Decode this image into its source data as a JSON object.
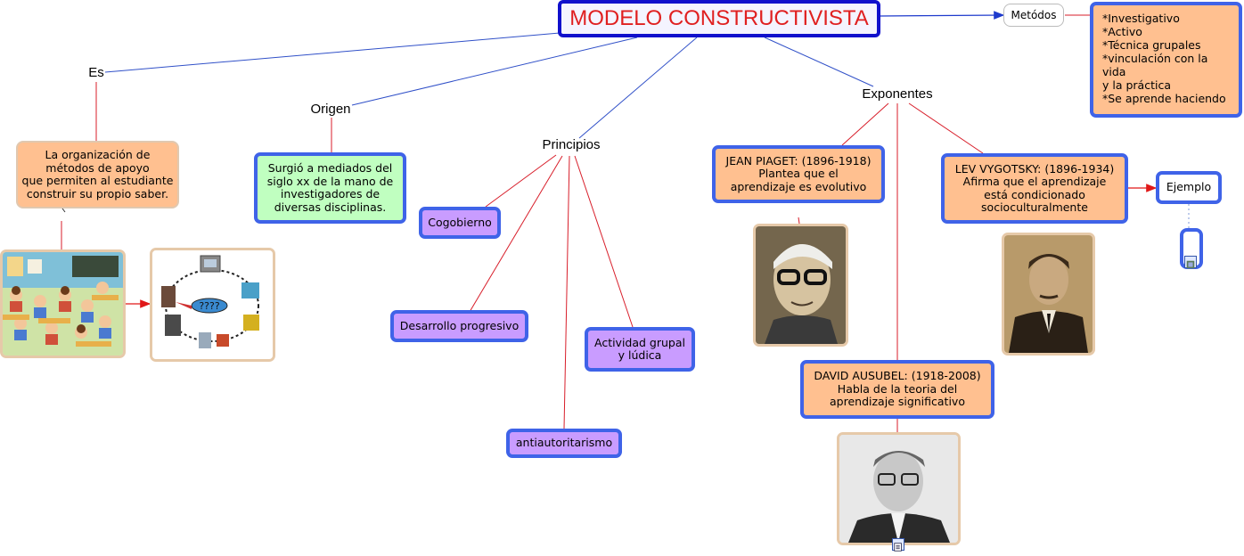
{
  "title": "MODELO CONSTRUCTIVISTA",
  "links": {
    "es": "Es",
    "origen": "Origen",
    "principios": "Principios",
    "exponentes": "Exponentes",
    "metodos": "Metódos"
  },
  "concepts": {
    "es_definition": "La organización de\nmétodos de apoyo\nque permiten al estudiante\nconstruir su propio saber.",
    "origen_text": "Surgió a mediados del\nsiglo xx de la mano de\ninvestigadores de\ndiversas disciplinas.",
    "principles": {
      "cogobierno": "Cogobierno",
      "desarrollo": "Desarrollo progresivo",
      "actividad": "Actividad grupal\ny lúdica",
      "antiautoritarismo": "antiautoritarismo"
    },
    "piaget": "JEAN PIAGET: (1896-1918)\nPlantea que el\naprendizaje es evolutivo",
    "vygotsky": "LEV VYGOTSKY: (1896-1934)\nAfirma que el aprendizaje\nestá condicionado\nsocioculturalmente",
    "ausubel": "DAVID AUSUBEL: (1918-2008)\nHabla de la teoria del\naprendizaje significativo",
    "ejemplo": "Ejemplo",
    "metodos_list": "*Investigativo\n*Activo\n*Técnica grupales\n*vinculación con la vida\ny la práctica\n*Se aprende haciendo"
  },
  "colors": {
    "title_text": "#e02020",
    "title_border": "#1010cc",
    "node_border": "#3f63e8",
    "peach": "#ffc090",
    "green": "#c0ffc0",
    "purple": "#c99cff",
    "link_blue": "#3050c8",
    "link_red": "#d81e2a"
  }
}
